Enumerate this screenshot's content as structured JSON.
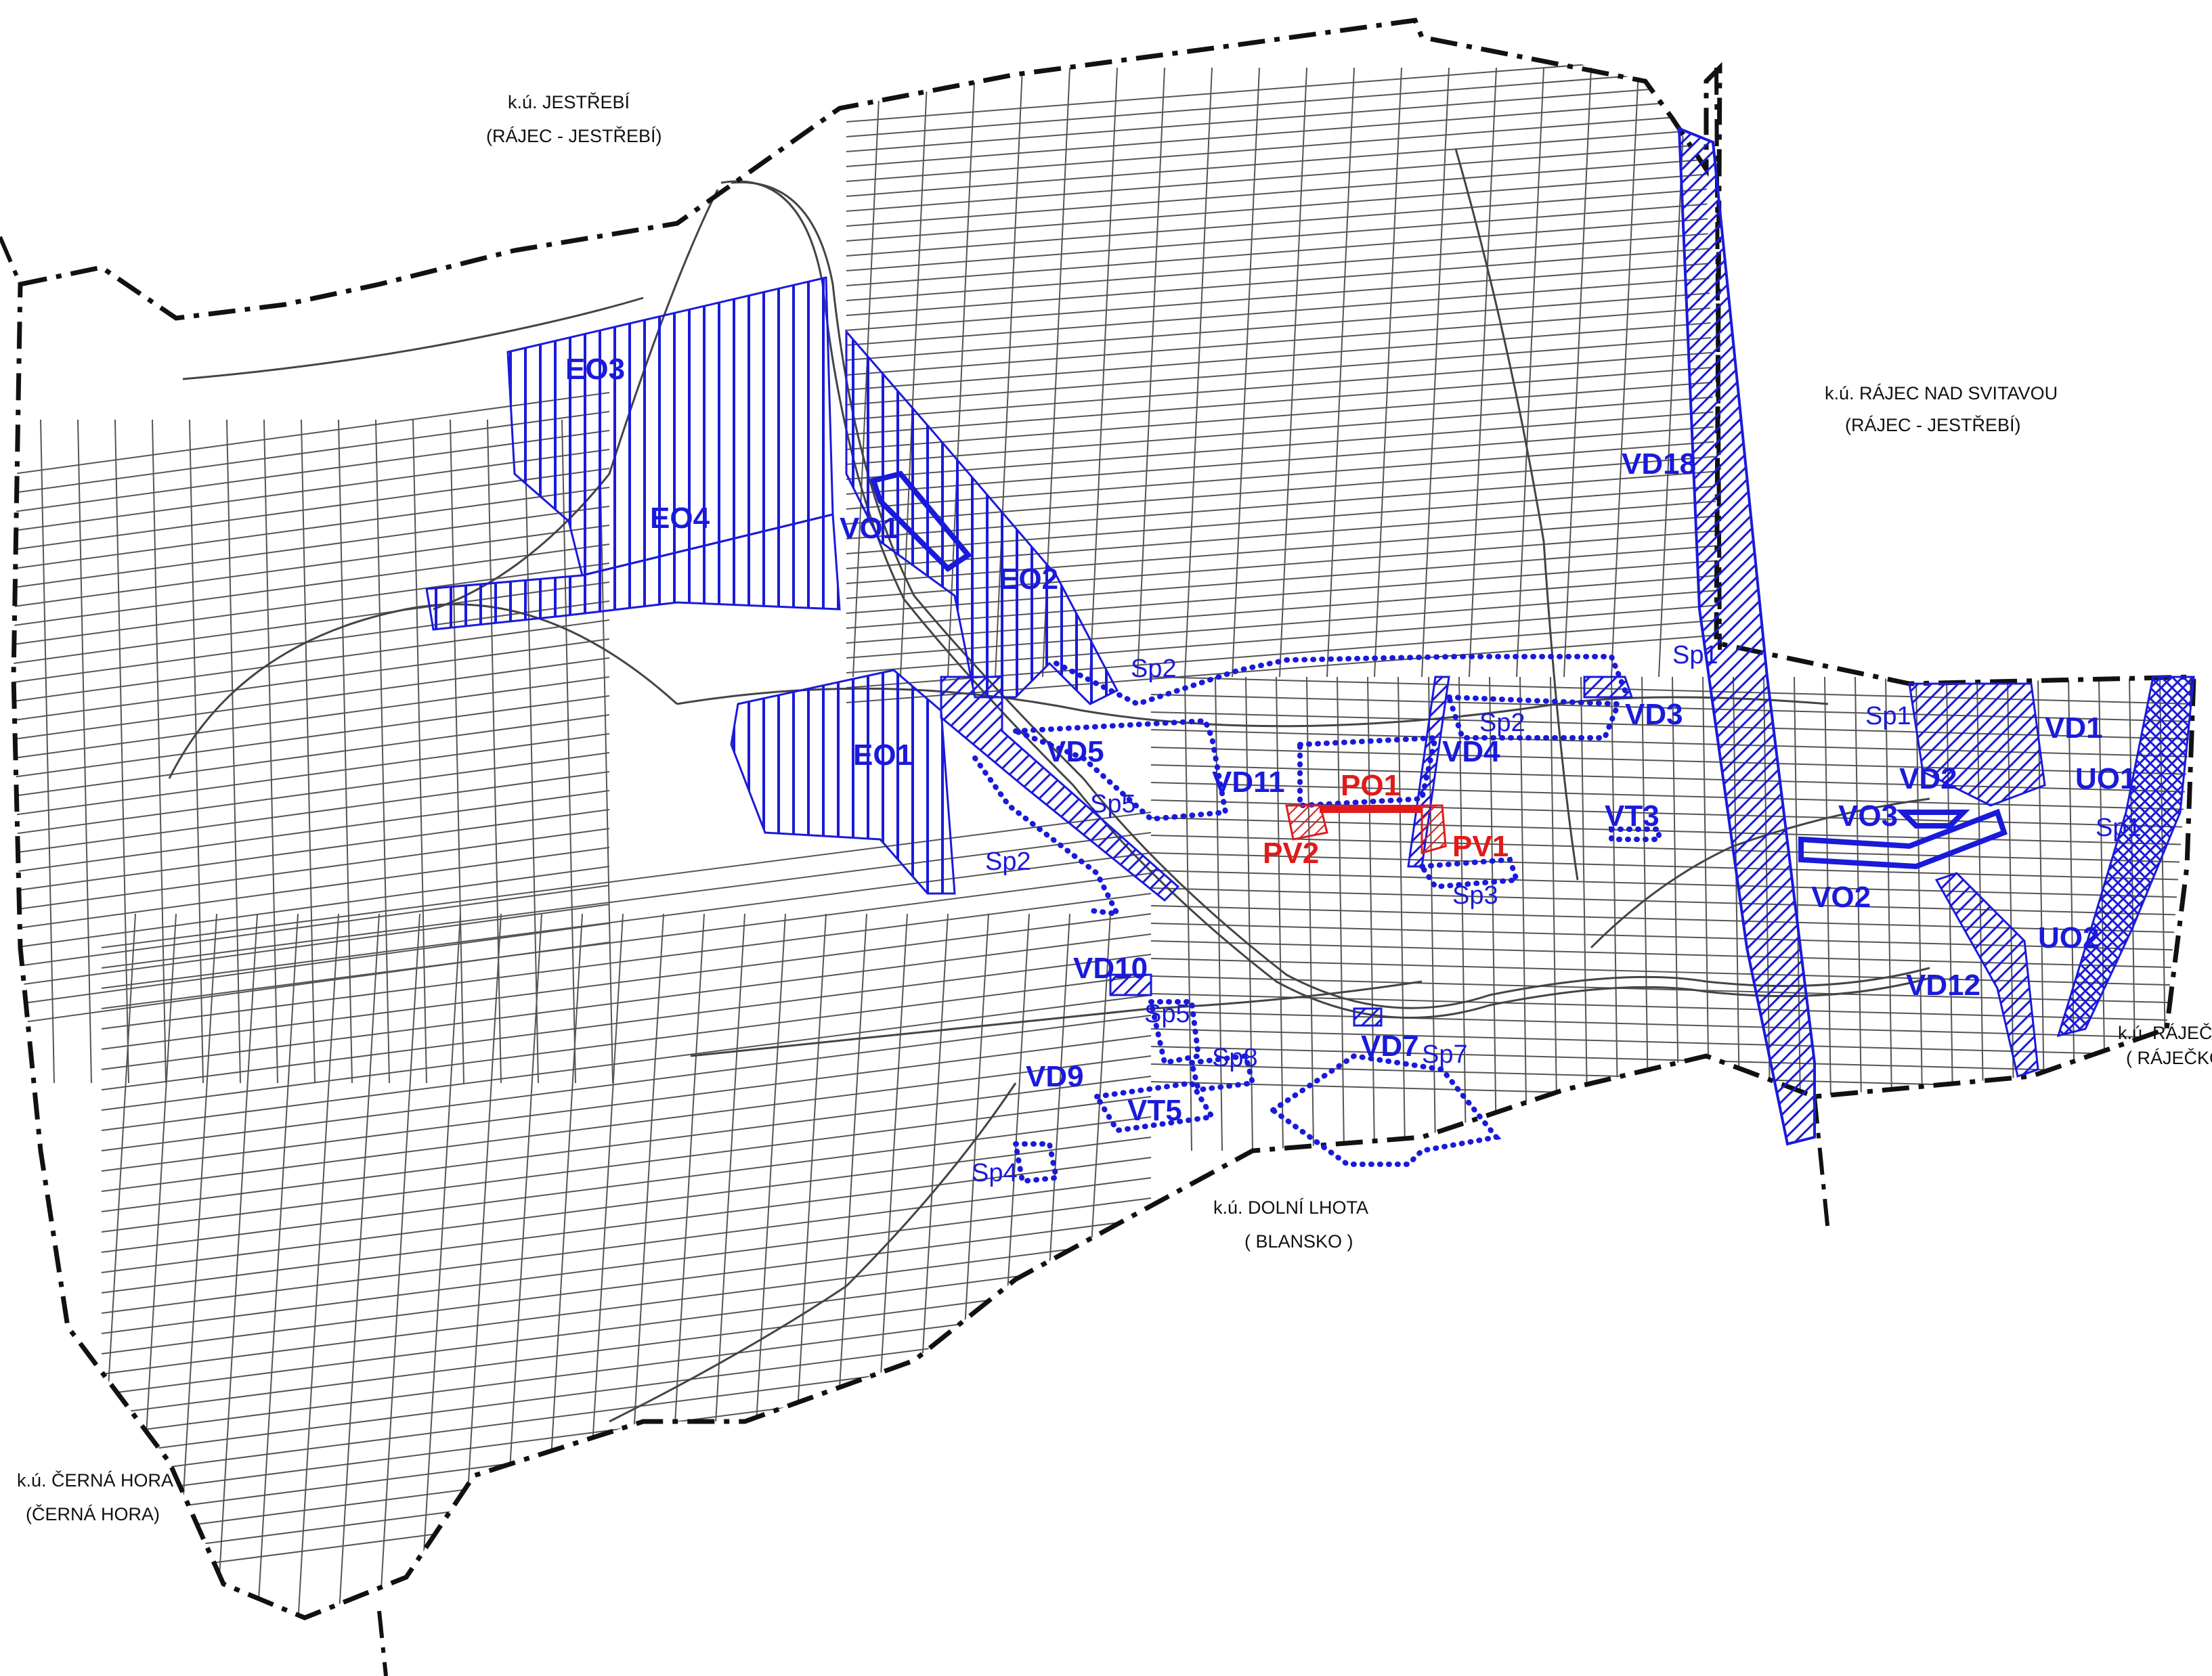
{
  "colors": {
    "boundary": "#111111",
    "parcel": "#555555",
    "blue": "#1a1adb",
    "red": "#e01b1b",
    "label": "#111111"
  },
  "cadastral_areas": [
    {
      "id": "jestrebi",
      "name": "k.ú. JESTŘEBÍ",
      "sub": "(RÁJEC - JESTŘEBÍ)"
    },
    {
      "id": "rajec",
      "name": "k.ú. RÁJEC NAD SVITAVOU",
      "sub": "(RÁJEC - JESTŘEBÍ)"
    },
    {
      "id": "rajecko",
      "name": "k.ú. RÁJEČK",
      "sub": "( RÁJEČKO"
    },
    {
      "id": "dolni",
      "name": "k.ú. DOLNÍ LHOTA",
      "sub": "( BLANSKO )"
    },
    {
      "id": "cerna",
      "name": "k.ú. ČERNÁ HORA",
      "sub": "(ČERNÁ HORA)"
    }
  ],
  "zones": {
    "blue": [
      {
        "id": "EO3",
        "label": "EO3"
      },
      {
        "id": "EO4",
        "label": "EO4"
      },
      {
        "id": "VO1",
        "label": "VO1"
      },
      {
        "id": "EO2",
        "label": "EO2"
      },
      {
        "id": "EO1",
        "label": "EO1"
      },
      {
        "id": "VD18",
        "label": "VD18"
      },
      {
        "id": "VD5",
        "label": "VD5"
      },
      {
        "id": "VD11",
        "label": "VD11"
      },
      {
        "id": "VD4",
        "label": "VD4"
      },
      {
        "id": "VD3",
        "label": "VD3"
      },
      {
        "id": "VT3",
        "label": "VT3"
      },
      {
        "id": "VD1",
        "label": "VD1"
      },
      {
        "id": "VD2",
        "label": "VD2"
      },
      {
        "id": "VO3",
        "label": "VO3"
      },
      {
        "id": "UO1",
        "label": "UO1"
      },
      {
        "id": "VO2",
        "label": "VO2"
      },
      {
        "id": "UO2",
        "label": "UO2"
      },
      {
        "id": "VD12",
        "label": "VD12"
      },
      {
        "id": "VD10",
        "label": "VD10"
      },
      {
        "id": "VD9",
        "label": "VD9"
      },
      {
        "id": "VT5",
        "label": "VT5"
      },
      {
        "id": "VD7",
        "label": "VD7"
      }
    ],
    "red": [
      {
        "id": "PO1",
        "label": "PO1"
      },
      {
        "id": "PV2",
        "label": "PV2"
      },
      {
        "id": "PV1",
        "label": "PV1"
      }
    ],
    "sp": [
      {
        "id": "sp2a",
        "label": "Sp2"
      },
      {
        "id": "sp1a",
        "label": "Sp1"
      },
      {
        "id": "sp2b",
        "label": "Sp2"
      },
      {
        "id": "sp5a",
        "label": "Sp5"
      },
      {
        "id": "sp2c",
        "label": "Sp2"
      },
      {
        "id": "sp3",
        "label": "Sp3"
      },
      {
        "id": "sp1b",
        "label": "Sp1"
      },
      {
        "id": "sp1c",
        "label": "Sp1"
      },
      {
        "id": "sp5b",
        "label": "Sp5"
      },
      {
        "id": "sp8",
        "label": "Sp8"
      },
      {
        "id": "sp7",
        "label": "Sp7"
      },
      {
        "id": "sp4",
        "label": "Sp4"
      }
    ]
  }
}
